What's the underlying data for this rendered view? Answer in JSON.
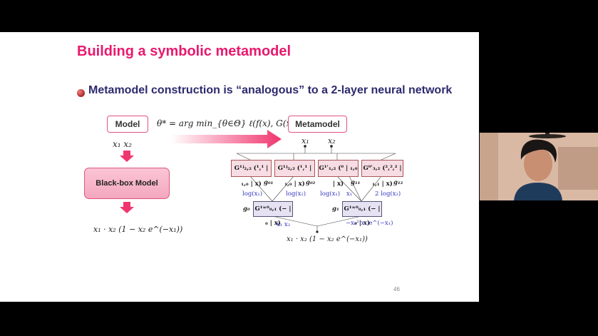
{
  "slide": {
    "title": "Building a symbolic metamodel",
    "bullet": "Metamodel construction is “analogous” to a 2-layer neural network",
    "page_number": "46"
  },
  "left_diagram": {
    "model_label": "Model",
    "inputs": "x₁   x₂",
    "blackbox_label": "Black-box Model",
    "output": "x₁ · x₂ (1 − x₂ e^(−x₁))"
  },
  "objective": "θ* = arg min_{θ∈Θ} ℓ(f(x), G(x; θ))",
  "right_diagram": {
    "metamodel_label": "Metamodel",
    "input_x1": "x₁",
    "input_x2": "x₂",
    "layer1": [
      {
        "node": "g01",
        "name": "g₀₁",
        "expr": "G¹ʲ₂,₂ (¹,¹ | ₁,₀ | x)",
        "edge": "log(x₁)"
      },
      {
        "node": "g02",
        "name": "g₀₂",
        "expr": "G¹ʲ₂,₂ (¹,¹ | ₁,₀ | x)",
        "edge": "log(x₂)"
      },
      {
        "node": "g11",
        "name": "g₁₁",
        "expr": "G¹ʹ₁,₂ (⁰ | ₁,₀ | x)",
        "edge": "log(x₁)"
      },
      {
        "node": "g12",
        "name": "g₁₂",
        "expr": "G⁰ʹ₃,₂ (²,²,² | ₁,₁ | x)",
        "edge": "2 log(x₂)"
      }
    ],
    "extra_edge_label": "x₁",
    "layer2": [
      {
        "node": "g0",
        "name": "g₀",
        "expr": "G¹ʷ⁰₀,₁ (− | ₀ | x)",
        "edge": "x₁ x₂"
      },
      {
        "node": "g1",
        "name": "g₁",
        "expr": "G¹ʷ⁰₀,₁ (− | ₀ | x)",
        "edge": "−x₂² x₁ e^(−x₁)"
      }
    ],
    "output": "x₁ · x₂ (1 − x₂ e^(−x₁))"
  },
  "colors": {
    "title": "#e8196e",
    "bullet_text": "#2d2a6e",
    "arrow": "#f0356e",
    "edge_label": "#3434c0",
    "layer1_fill": "#f7dce4",
    "layer2_fill": "#e6e2f4"
  }
}
